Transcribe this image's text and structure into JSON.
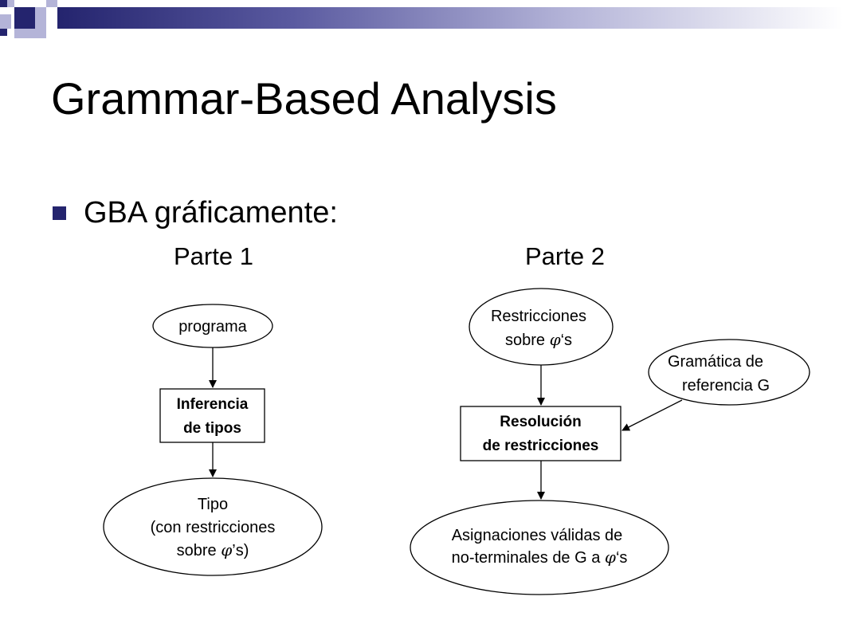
{
  "slide": {
    "title": "Grammar-Based Analysis",
    "bullet": "GBA gráficamente:"
  },
  "parts": {
    "part1": "Parte 1",
    "part2": "Parte 2"
  },
  "diagram": {
    "part1": {
      "input": "programa",
      "process": [
        "Inferencia",
        "de tipos"
      ],
      "output": [
        "Tipo",
        "(con restricciones",
        "sobre ",
        "φ",
        "’s)"
      ]
    },
    "part2": {
      "input": [
        "Restricciones",
        "sobre ",
        "φ",
        "‘s"
      ],
      "grammar": [
        "Gramática de",
        "referencia G"
      ],
      "process": [
        "Resolución",
        "de restricciones"
      ],
      "output": [
        "Asignaciones válidas de",
        "no-terminales de G a ",
        "φ",
        "‘s"
      ]
    }
  },
  "colors": {
    "accent_dark": "#24246e",
    "accent_light": "#b4b4d8"
  }
}
